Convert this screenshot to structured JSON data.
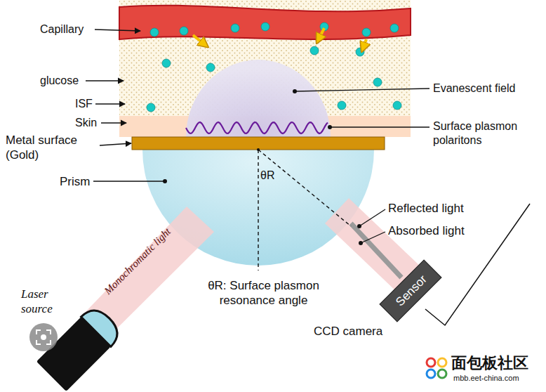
{
  "diagram": {
    "nodes": [
      {
        "text": [
          "Sensor"
        ]
      }
    ],
    "labels": [
      "Capillary",
      "glucose",
      "ISF",
      "Skin",
      "Metal surface (Gold)",
      "Prism",
      "Evanescent field",
      "Surface plasmon polaritons",
      "θR",
      "Reflected light",
      "Absorbed light",
      "θR: Surface plasmon resonance angle",
      "Monochromatic light",
      "Laser source",
      "CCD camera",
      "面包板社区",
      "mbb.eet-china.com"
    ]
  }
}
